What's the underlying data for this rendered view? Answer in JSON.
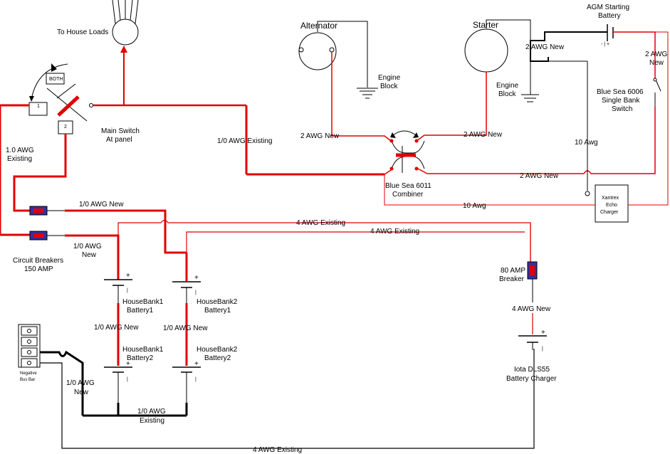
{
  "labels": {
    "to_house_loads": "To House Loads",
    "both": "BOTH",
    "sw1": "1",
    "sw2": "2",
    "main_switch_1": "Main Switch",
    "main_switch_2": "At panel",
    "awg10_existing_1": "1.0 AWG",
    "awg10_existing_2": "Existing",
    "awg1_0_existing_top": "1/0 AWG Existing",
    "alternator": "Alternator",
    "engine_block_a1": "Engine",
    "engine_block_a2": "Block",
    "starter": "Starter",
    "engine_block_s1": "Engine",
    "engine_block_s2": "Block",
    "agm_1": "AGM Starting",
    "agm_2": "Battery",
    "awg2_new_top": "2 AWG New",
    "awg2_new_right_1": "2 AWG",
    "awg2_new_right_2": "New",
    "bluesea6006_1": "Blue Sea 6006",
    "bluesea6006_2": "Single Bank",
    "bluesea6006_3": "Switch",
    "awg2_new_left": "2 AWG New",
    "awg2_new_mid": "2 AWG New",
    "awg10_label": "10 Awg",
    "awg2_new_bottom": "2 AWG New",
    "combiner_1": "Blue Sea 6011",
    "combiner_2": "Combiner",
    "awg10_bottom": "10 Awg",
    "xantrex_1": "Xantrex",
    "xantrex_2": "Echo",
    "xantrex_3": "Charger",
    "awg1_0_new_top": "1/0 AWG New",
    "awg4_existing_a": "4 AWG Existing",
    "awg4_existing_b": "4 AWG Existing",
    "cb_1": "Circuit Breakers",
    "cb_2": "150 AMP",
    "awg1_0_new_left_1": "1/0 AWG",
    "awg1_0_new_left_2": "New",
    "hb1b1_1": "HouseBank1",
    "hb1b1_2": "Battery1",
    "hb2b1_1": "HouseBank2",
    "hb2b1_2": "Battery1",
    "awg1_0_new_mid1": "1/0 AWG New",
    "awg1_0_new_mid2": "1/0 AWG New",
    "hb1b2_1": "HouseBank1",
    "hb1b2_2": "Battery2",
    "hb2b2_1": "HouseBank2",
    "hb2b2_2": "Battery2",
    "amp80_1": "80 AMP",
    "amp80_2": "Breaker",
    "awg4_new": "4 AWG New",
    "iota_1": "Iota DLS55",
    "iota_2": "Battery Charger",
    "neg_bus_1": "Negative",
    "neg_bus_2": "Bus Bar",
    "awg1_0_new_bot_1": "1/0 AWG",
    "awg1_0_new_bot_2": "New",
    "awg1_0_existing_bot_1": "1/0 AWG",
    "awg1_0_existing_bot_2": "Existing",
    "awg4_existing_bottom": "4 AWG Existing",
    "plus": "+",
    "minus": "-",
    "bar": "|",
    "agm_pol": "- | +"
  }
}
